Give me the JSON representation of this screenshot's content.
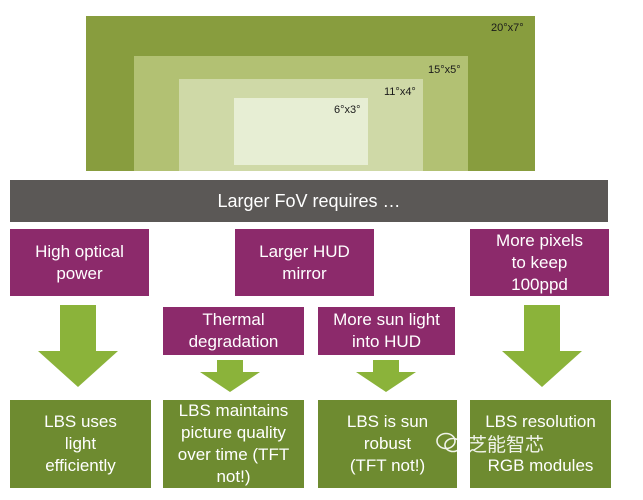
{
  "fov": {
    "levels": [
      {
        "label": "20°x7°",
        "color": "#889d3e"
      },
      {
        "label": "15°x5°",
        "color": "#b2c173"
      },
      {
        "label": "11°x4°",
        "color": "#cfd9a7"
      },
      {
        "label": "6°x3°",
        "color": "#e7eed4"
      }
    ]
  },
  "banner": {
    "text": "Larger FoV requires …"
  },
  "requirements": [
    {
      "lines": [
        "High optical",
        "power"
      ]
    },
    {
      "lines": [
        "Larger HUD",
        "mirror"
      ]
    },
    {
      "lines": [
        "More pixels",
        "to keep",
        "100ppd"
      ]
    }
  ],
  "consequences": [
    {
      "lines": [
        "Thermal",
        "degradation"
      ]
    },
    {
      "lines": [
        "More sun light",
        "into HUD"
      ]
    }
  ],
  "solutions": [
    {
      "lines": [
        "LBS uses",
        "light",
        "efficiently"
      ]
    },
    {
      "lines": [
        "LBS maintains",
        "picture quality",
        "over time (TFT",
        "not!)"
      ]
    },
    {
      "lines": [
        "LBS is sun",
        "robust",
        "(TFT not!)"
      ]
    },
    {
      "lines": [
        "LBS resolution",
        "",
        "RGB modules"
      ]
    }
  ],
  "watermark": {
    "text": "芝能智芯"
  },
  "colors": {
    "magenta": "#8c2a6b",
    "green": "#6e8b30",
    "arrow": "#8bb33a",
    "banner": "#5b5856"
  }
}
